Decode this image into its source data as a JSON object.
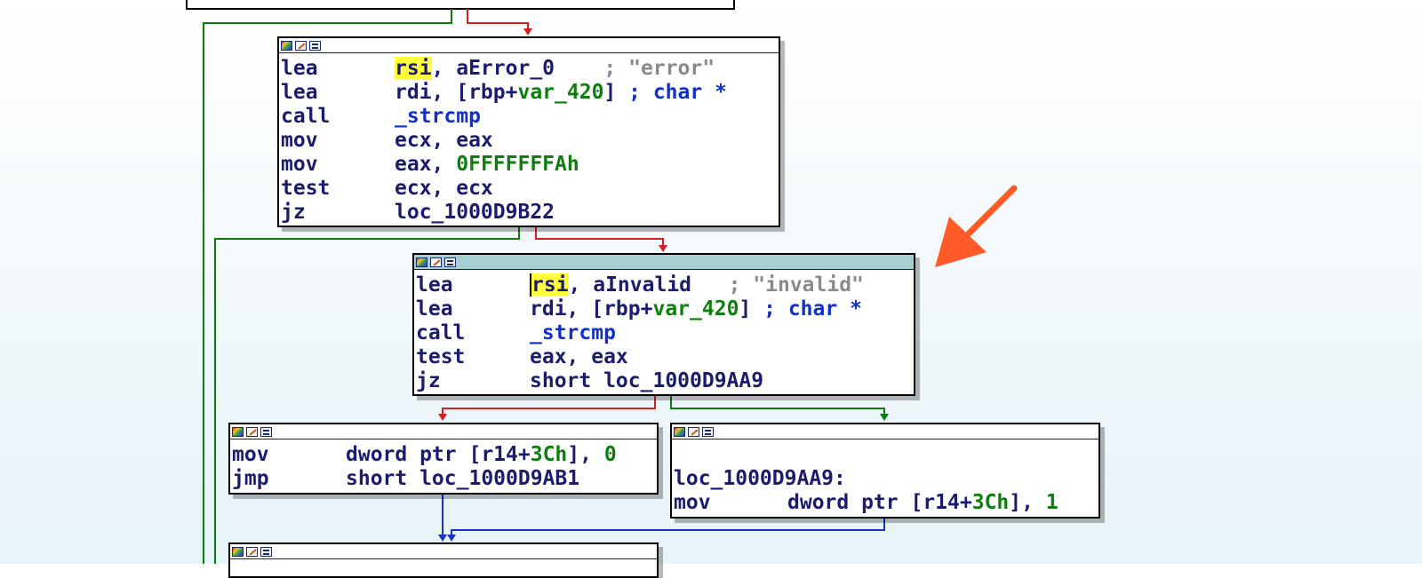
{
  "blocks": {
    "error_block": {
      "lines": [
        {
          "mnemonic": "lea",
          "op_reg": "rsi",
          "op_rest": ", aError_0",
          "comment": "; \"error\""
        },
        {
          "mnemonic": "lea",
          "op_a": "rdi, [rbp+",
          "op_var": "var_420",
          "op_b": "]",
          "comment": "; char *"
        },
        {
          "mnemonic": "call",
          "op_fn": "_strcmp"
        },
        {
          "mnemonic": "mov",
          "operands": "ecx, eax"
        },
        {
          "mnemonic": "mov",
          "op_a": "eax, ",
          "op_num": "0FFFFFFFAh"
        },
        {
          "mnemonic": "test",
          "operands": "ecx, ecx"
        },
        {
          "mnemonic": "jz",
          "operands": "loc_1000D9B22"
        }
      ]
    },
    "invalid_block": {
      "lines": [
        {
          "mnemonic": "lea",
          "op_reg": "rsi",
          "op_rest": ", aInvalid",
          "comment": "; \"invalid\""
        },
        {
          "mnemonic": "lea",
          "op_a": "rdi, [rbp+",
          "op_var": "var_420",
          "op_b": "]",
          "comment": "; char *"
        },
        {
          "mnemonic": "call",
          "op_fn": "_strcmp"
        },
        {
          "mnemonic": "test",
          "operands": "eax, eax"
        },
        {
          "mnemonic": "jz",
          "operands": "short loc_1000D9AA9"
        }
      ]
    },
    "zero_block": {
      "lines": [
        {
          "mnemonic": "mov",
          "op_a": "dword ptr [r14+",
          "op_num": "3Ch",
          "op_b": "], ",
          "op_num2": "0"
        },
        {
          "mnemonic": "jmp",
          "operands": "short loc_1000D9AB1"
        }
      ]
    },
    "one_block": {
      "label": "loc_1000D9AA9:",
      "lines": [
        {
          "mnemonic": "mov",
          "op_a": "dword ptr [r14+",
          "op_num": "3Ch",
          "op_b": "], ",
          "op_num2": "1"
        }
      ]
    }
  },
  "colors": {
    "edge_false": "#d42020",
    "edge_true": "#127812",
    "edge_unconditional": "#1a33c8",
    "annotation_arrow": "#ff5a28",
    "active_header": "#a6d0d0",
    "highlight": "#ffff3c"
  }
}
